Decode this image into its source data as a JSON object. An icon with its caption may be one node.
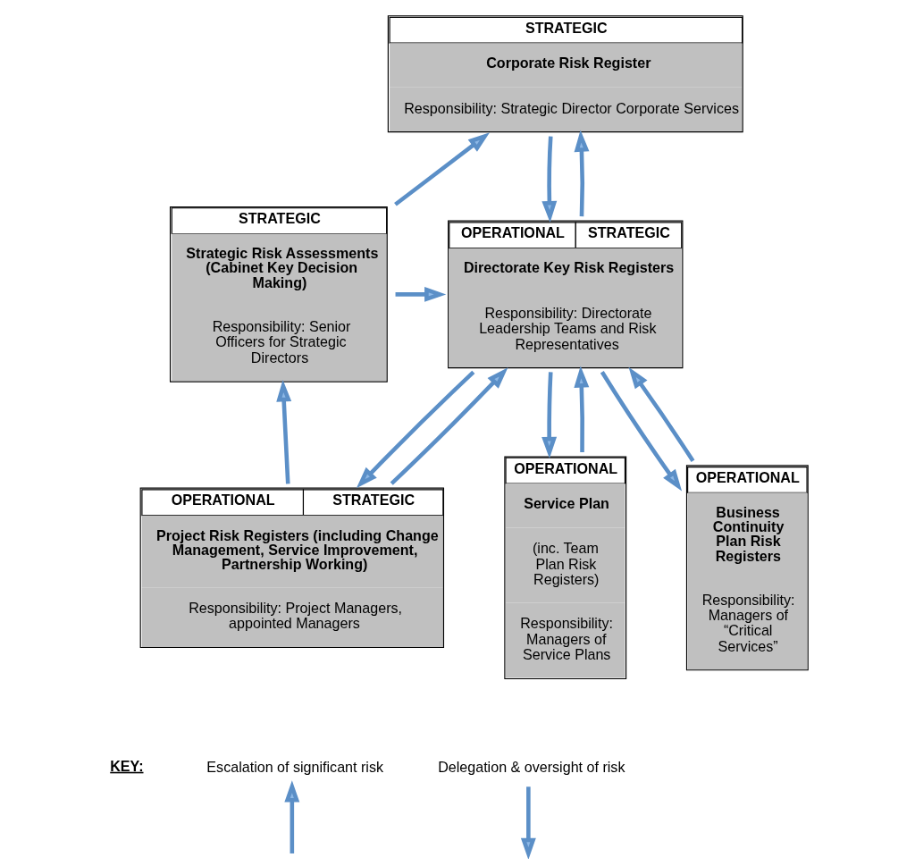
{
  "diagram": {
    "nodes": [
      {
        "text": [
          "STRATEGIC",
          "Corporate Risk Register",
          "Responsibility: Strategic Director Corporate Services"
        ]
      },
      {
        "text": [
          "OPERATIONAL",
          "STRATEGIC",
          "Directorate Key Risk Registers",
          "Responsibility: Directorate Leadership Teams and Risk Representatives"
        ]
      },
      {
        "text": [
          "STRATEGIC",
          "Strategic Risk Assessments (Cabinet Key Decision Making)",
          "Responsibility: Senior Officers for Strategic Directors"
        ]
      },
      {
        "text": [
          "OPERATIONAL",
          "Service Plan",
          "(inc. Team Plan Risk Registers)",
          "Responsibility: Managers of Service Plans"
        ]
      },
      {
        "text": [
          "OPERATIONAL",
          "Business Continuity Plan Risk Registers",
          "Responsibility: Managers of “Critical Services”"
        ]
      },
      {
        "text": [
          "OPERATIONAL",
          "STRATEGIC",
          "Project Risk Registers (including Change Management, Service Improvement, Partnership Working)",
          "Responsibility: Project Managers, appointed Managers"
        ]
      }
    ],
    "edges": [
      {
        "from": 1,
        "to": 0,
        "arrow": "to"
      },
      {
        "from": 0,
        "to": 1,
        "arrow": "to"
      },
      {
        "from": 2,
        "to": 0,
        "arrow": "to"
      },
      {
        "from": 2,
        "to": 1,
        "arrow": "to"
      },
      {
        "from": 3,
        "to": 1,
        "arrow": "to"
      },
      {
        "from": 1,
        "to": 3,
        "arrow": "to"
      },
      {
        "from": 4,
        "to": 1,
        "arrow": "to"
      },
      {
        "from": 1,
        "to": 4,
        "arrow": "to"
      },
      {
        "from": 5,
        "to": 1,
        "arrow": "to"
      },
      {
        "from": 1,
        "to": 5,
        "arrow": "to"
      },
      {
        "from": 5,
        "to": 2,
        "arrow": "to"
      }
    ],
    "labels": [
      "KEY:"
    ],
    "legend": [
      {
        "text": "Escalation of significant risk"
      },
      {
        "text": "Delegation & oversight of risk"
      }
    ]
  }
}
